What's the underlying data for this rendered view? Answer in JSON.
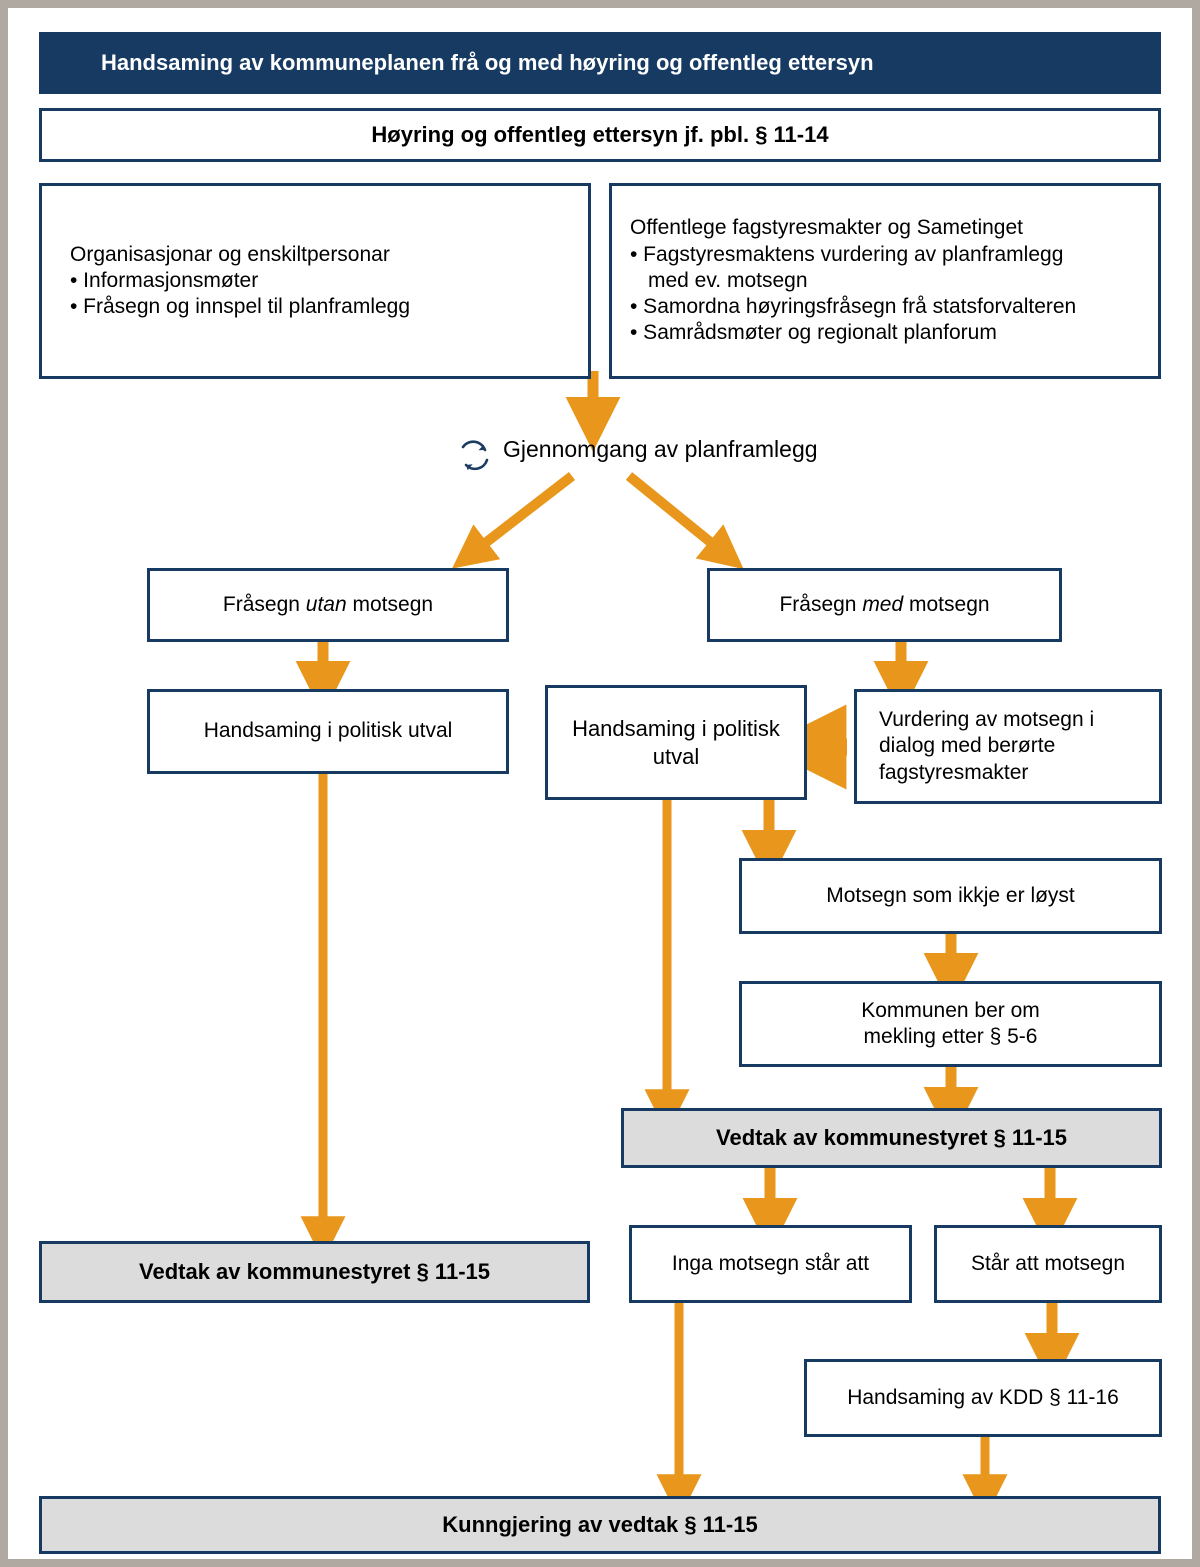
{
  "title": "Handsaming av kommuneplanen frå og med høyring og offentleg ettersyn",
  "colors": {
    "navy": "#173a63",
    "orange": "#e8971c",
    "gray_fill": "#dcdcdc",
    "page_bg": "#ffffff",
    "frame": "#b0a9a2"
  },
  "nodes": {
    "hoyring": "Høyring og offentleg ettersyn jf. pbl. § 11-14",
    "organisasjonar": {
      "heading": "Organisasjonar og enskiltpersonar",
      "items": [
        "• Informasjonsmøter",
        "• Fråsegn og innspel til planframlegg"
      ]
    },
    "offentlege": {
      "heading": "Offentlege fagstyresmakter og Sametinget",
      "items": [
        "• Fagstyresmaktens vurdering av planframlegg",
        "med ev. motsegn",
        "• Samordna høyringsfråsegn frå statsforvalteren",
        "• Samrådsmøter og regionalt planforum"
      ]
    },
    "gjennomgang": {
      "icon": "cycle-icon",
      "label": "Gjennomgang av planframlegg"
    },
    "frasegn_utan": {
      "pre": "Fråsegn ",
      "em": "utan",
      "post": " motsegn"
    },
    "frasegn_med": {
      "pre": "Fråsegn ",
      "em": "med",
      "post": " motsegn"
    },
    "handsaming_utval_left": "Handsaming i politisk utval",
    "handsaming_utval_mid_line1": "Handsaming i politisk",
    "handsaming_utval_mid_line2": "utval",
    "vurdering_motsegn": {
      "line1": "Vurdering av motsegn i",
      "line2": "dialog med berørte",
      "line3": "fagstyresmakter"
    },
    "motsegn_ikkje_loyst": "Motsegn som ikkje er løyst",
    "kommunen_mekling": {
      "line1": "Kommunen ber om",
      "line2": "mekling etter § 5-6"
    },
    "vedtak_mid": "Vedtak av kommunestyret § 11-15",
    "inga_motsegn": "Inga motsegn står att",
    "star_att_motsegn": "Står att motsegn",
    "vedtak_left": "Vedtak av kommunestyret § 11-15",
    "handsaming_kdd": "Handsaming av KDD § 11-16",
    "kunngjering": "Kunngjering av vedtak § 11-15"
  }
}
